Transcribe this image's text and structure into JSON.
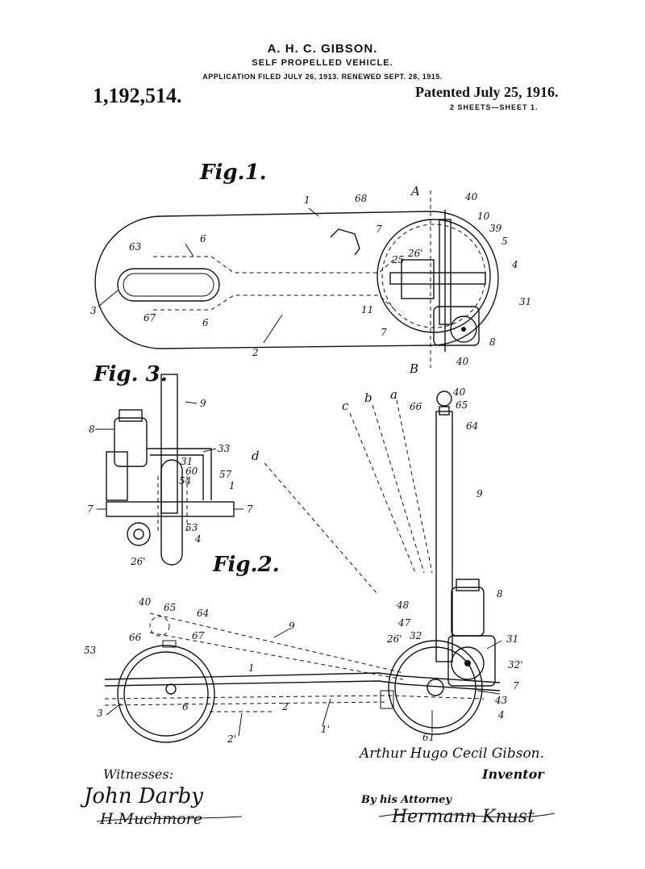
{
  "header": {
    "inventor_name": "A. H. C. GIBSON.",
    "title": "SELF PROPELLED VEHICLE.",
    "application_line": "APPLICATION FILED JULY 26, 1913. RENEWED SEPT. 28, 1915.",
    "patent_number": "1,192,514.",
    "patented_date": "Patented July 25, 1916.",
    "sheets": "2 SHEETS—SHEET 1."
  },
  "figures": {
    "fig1": {
      "label": "Fig.1.",
      "refs": [
        "1",
        "68",
        "7",
        "40",
        "10",
        "39",
        "5",
        "4",
        "31",
        "8",
        "40",
        "7",
        "11",
        "25",
        "26'",
        "6",
        "63",
        "3",
        "67",
        "6",
        "2",
        "A",
        "B"
      ]
    },
    "fig3": {
      "label": "Fig. 3.",
      "refs": [
        "9",
        "8",
        "33",
        "31",
        "60",
        "57",
        "54",
        "1",
        "7",
        "7",
        "53",
        "4",
        "26'"
      ]
    },
    "fig2": {
      "label": "Fig.2.",
      "refs": [
        "40",
        "65",
        "66",
        "64",
        "9",
        "a",
        "b",
        "c",
        "d",
        "48",
        "47",
        "8",
        "26'",
        "32",
        "31",
        "32'",
        "7",
        "43",
        "4",
        "61",
        "40",
        "65",
        "64",
        "66",
        "67",
        "53",
        "9",
        "1",
        "2",
        "1'",
        "2'",
        "6",
        "3"
      ]
    }
  },
  "signatures": {
    "inventor_full_name": "Arthur Hugo Cecil Gibson.",
    "inventor_caption": "Inventor",
    "witnesses_label": "Witnesses:",
    "witness_1": "John Darby",
    "witness_2": "H.Muchmore",
    "attorney_label": "By his Attorney",
    "attorney_signature": "Hermann Knust"
  }
}
